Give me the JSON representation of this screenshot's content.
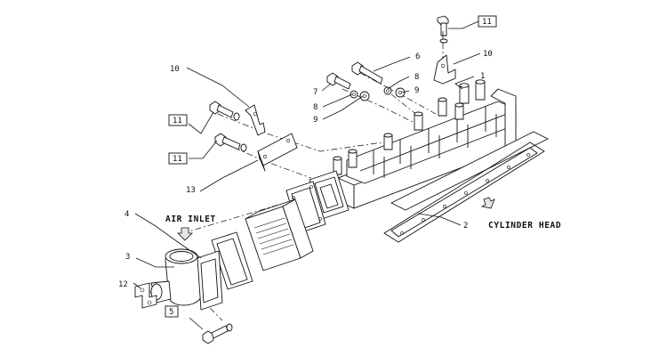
{
  "diagram": {
    "annotations": {
      "air_inlet": "AIR INLET",
      "cylinder_head": "CYLINDER HEAD"
    },
    "callouts": [
      {
        "id": "c1",
        "text": "1"
      },
      {
        "id": "c2",
        "text": "2"
      },
      {
        "id": "c3",
        "text": "3"
      },
      {
        "id": "c4",
        "text": "4"
      },
      {
        "id": "c5",
        "text": "5",
        "boxed": true
      },
      {
        "id": "c6",
        "text": "6"
      },
      {
        "id": "c7",
        "text": "7"
      },
      {
        "id": "c8a",
        "text": "8"
      },
      {
        "id": "c8b",
        "text": "8"
      },
      {
        "id": "c9a",
        "text": "9"
      },
      {
        "id": "c9b",
        "text": "9"
      },
      {
        "id": "c10a",
        "text": "10"
      },
      {
        "id": "c10b",
        "text": "10"
      },
      {
        "id": "c11a",
        "text": "11",
        "boxed": true
      },
      {
        "id": "c11b",
        "text": "11",
        "boxed": true
      },
      {
        "id": "c11c",
        "text": "11",
        "boxed": true
      },
      {
        "id": "c12",
        "text": "12"
      },
      {
        "id": "c13",
        "text": "13"
      }
    ],
    "colors": {
      "line": "#111111",
      "background": "#ffffff",
      "shade": "#e6e6e6"
    }
  }
}
